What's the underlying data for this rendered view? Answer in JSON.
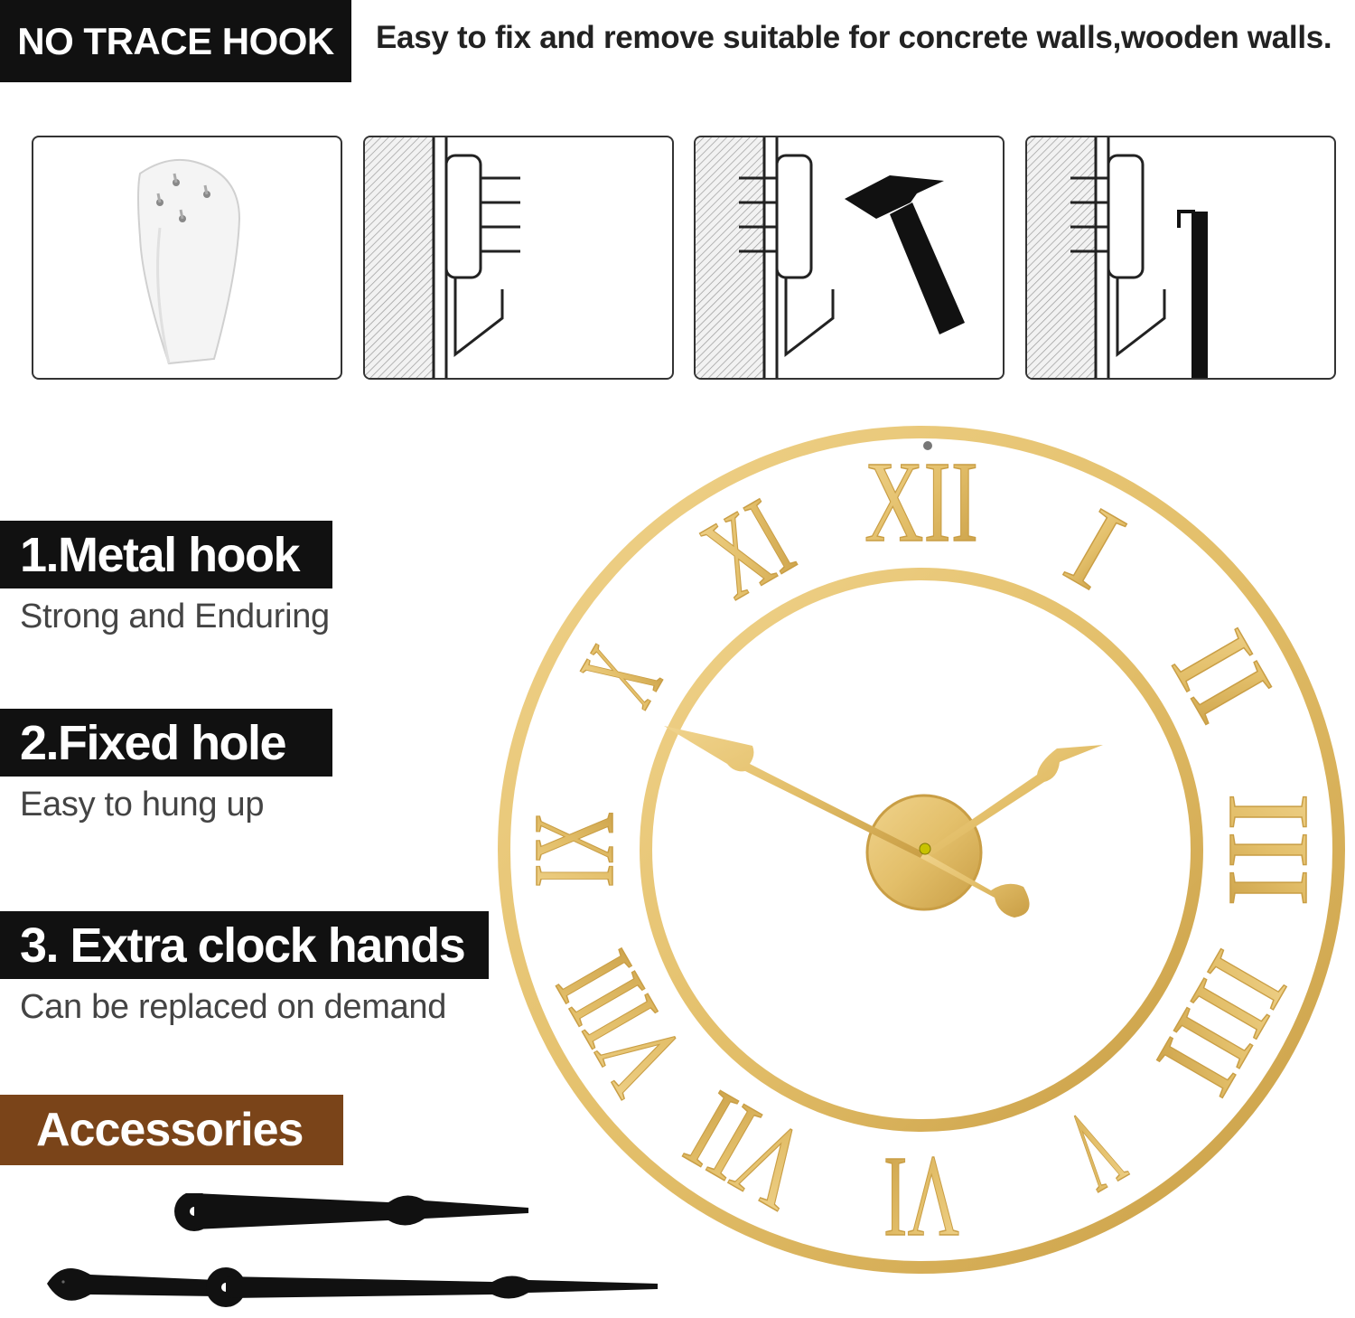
{
  "header": {
    "tag": "NO TRACE HOOK",
    "description": "Easy to fix and remove suitable for concrete walls,wooden walls."
  },
  "features": [
    {
      "title": "1.Metal hook",
      "subtitle": "Strong and Enduring"
    },
    {
      "title": "2.Fixed hole",
      "subtitle": "Easy to hung up"
    },
    {
      "title": "3. Extra clock hands",
      "subtitle": "Can be replaced on demand"
    }
  ],
  "accessories": {
    "label": "Accessories"
  },
  "clock": {
    "numerals": [
      "XII",
      "I",
      "II",
      "III",
      "IIII",
      "V",
      "VI",
      "VII",
      "VIII",
      "IX",
      "X",
      "XI"
    ],
    "color": "#e3bf6a"
  },
  "colors": {
    "header_bg": "#111111",
    "accessories_bg": "#7a4419",
    "gold": "#e3bf6a"
  }
}
